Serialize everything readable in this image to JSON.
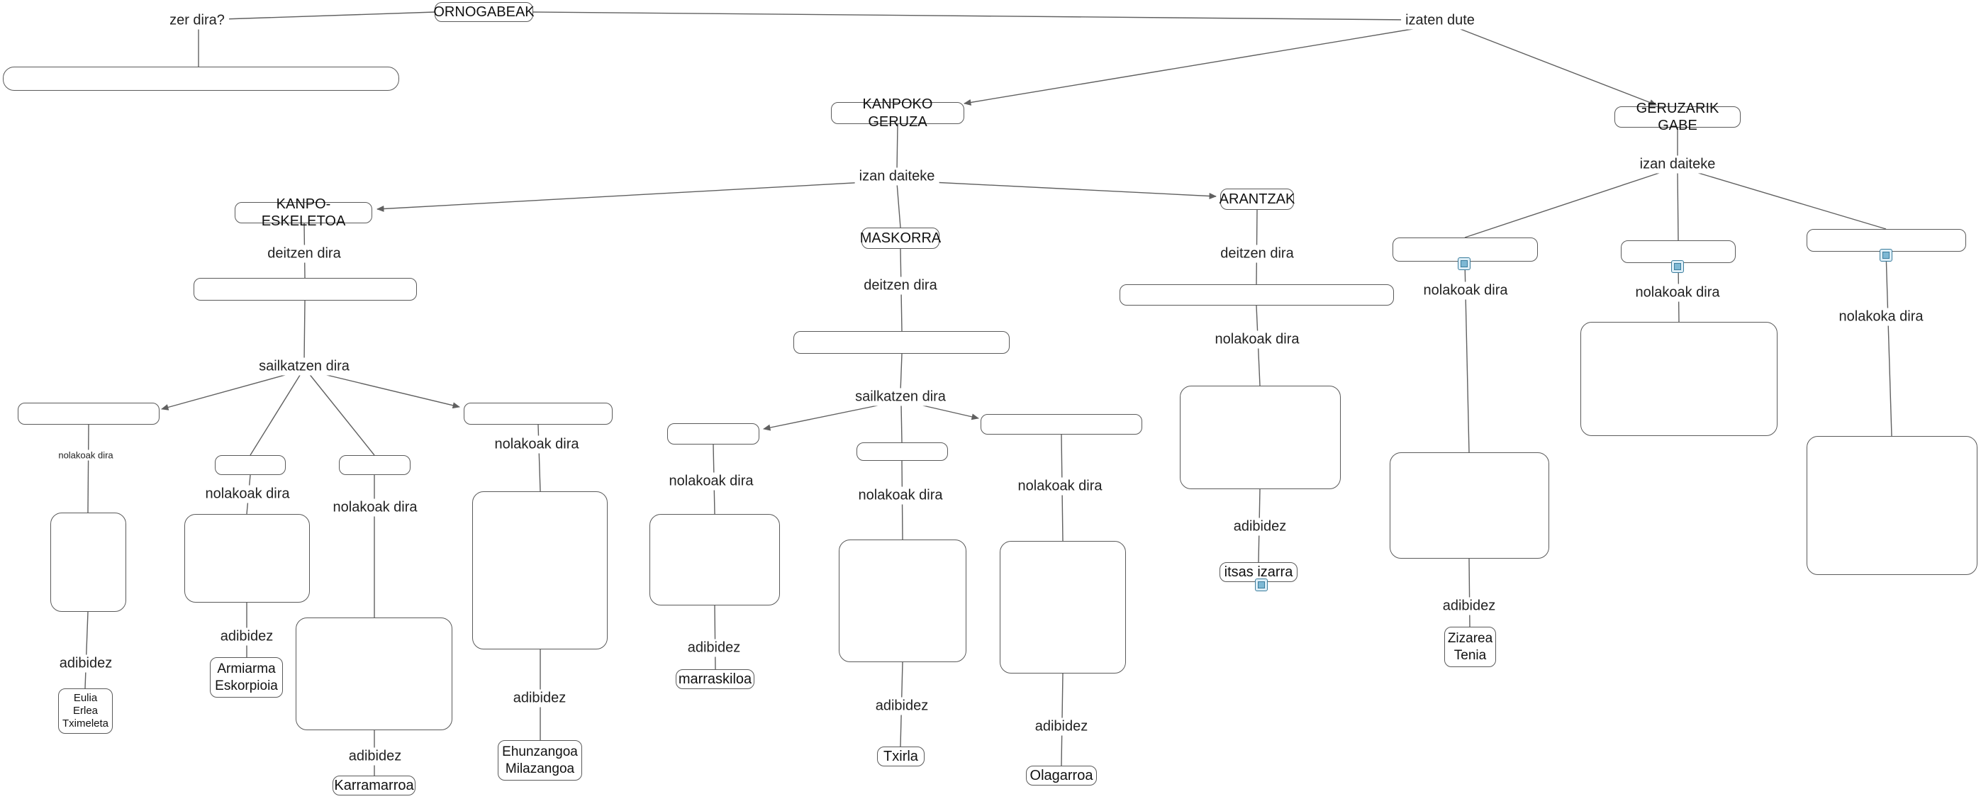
{
  "diagram": {
    "concepts": {
      "ornogabeak": "ORNOGABEAK",
      "kanpoko_geruza": "KANPOKO GERUZA",
      "geruzarik_gabe": "GERUZARIK GABE",
      "kanpo_eskeletoa": "KANPO-ESKELETOA",
      "maskorra": "MASKORRA",
      "arantzak": "ARANTZAK",
      "eulia_erlea_tximeleta": "Eulia\nErlea\nTximeleta",
      "armiarma_eskorpioia": "Armiarma\nEskorpioia",
      "karramarroa": "Karramarroa",
      "ehunzangoa_milazangoa": "Ehunzangoa\nMilazangoa",
      "marraskiloa": "marraskiloa",
      "txirla": "Txirla",
      "olagarroa": "Olagarroa",
      "itsas_izarra": "itsas izarra",
      "zizarea_tenia": "Zizarea\nTenia"
    },
    "links": {
      "zer_dira": "zer dira?",
      "izaten_dute": "izaten dute",
      "izan_daiteke": "izan daiteke",
      "deitzen_dira": "deitzen dira",
      "sailkatzen_dira": "sailkatzen dira",
      "nolakoak_dira": "nolakoak dira",
      "nolakoka_dira": "nolakoka dira",
      "adibidez": "adibidez"
    },
    "colors": {
      "box_border": "#5a5a5a",
      "line": "#606060",
      "text": "#111111",
      "resource_icon_accent": "#3a7c9c"
    }
  }
}
